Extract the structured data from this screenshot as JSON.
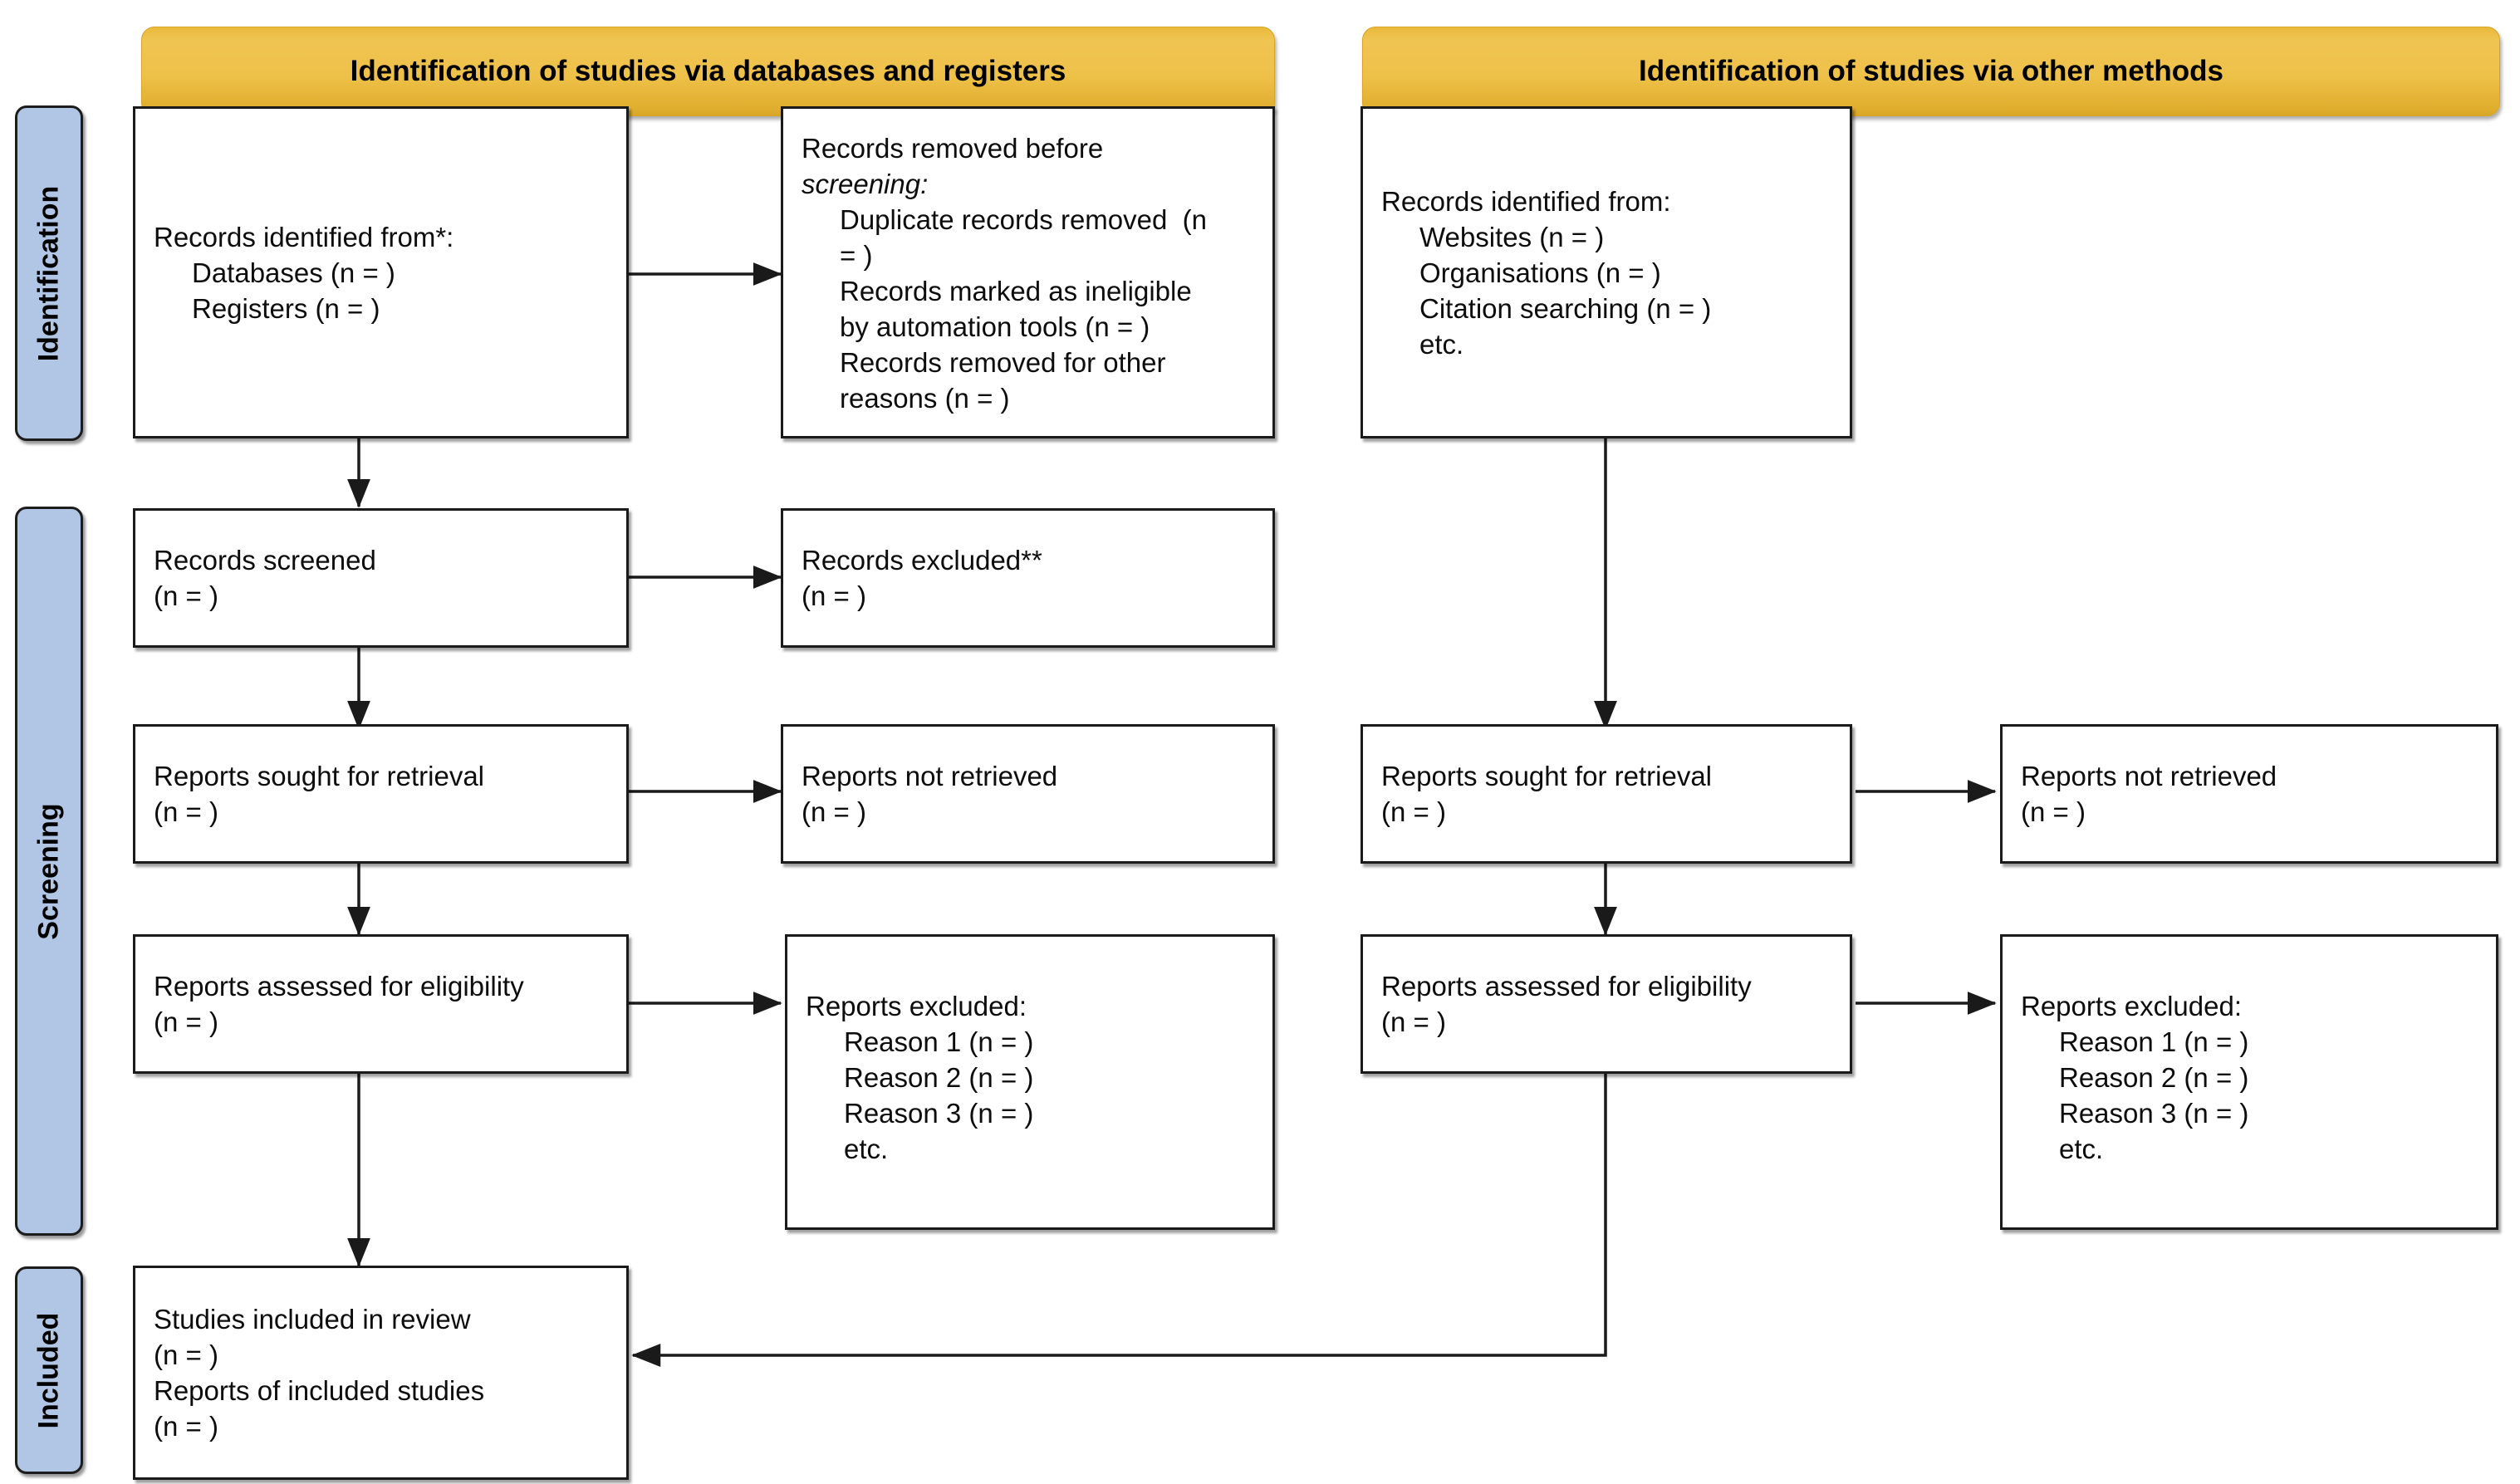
{
  "diagram": {
    "title": "PRISMA 2020 flow diagram",
    "colors": {
      "banner_yellow": "#EEBE43",
      "stage_blue": "#B0C6E4",
      "box_border": "#1A1A1A",
      "box_fill": "#FFFFFF",
      "connector": "#1A1A1A"
    }
  },
  "banners": {
    "left": "Identification of studies via databases and registers",
    "right": "Identification of studies via other methods"
  },
  "stages": [
    {
      "id": "identification",
      "label": "Identification"
    },
    {
      "id": "screening",
      "label": "Screening"
    },
    {
      "id": "included",
      "label": "Included"
    }
  ],
  "boxes": {
    "records_identified": {
      "lines": [
        {
          "text": "Records identified from*:",
          "indent": false,
          "italic": false
        },
        {
          "text": "Databases (n = )",
          "indent": true,
          "italic": false
        },
        {
          "text": "Registers (n = )",
          "indent": true,
          "italic": false
        }
      ]
    },
    "records_removed": {
      "lines": [
        {
          "text": "Records removed before",
          "indent": false,
          "italic": false
        },
        {
          "text": "screening:",
          "indent": false,
          "italic": true
        },
        {
          "text": "Duplicate records removed  (n",
          "indent": true,
          "italic": false
        },
        {
          "text": "= )",
          "indent": false,
          "italic": false
        },
        {
          "text": "Records marked as ineligible",
          "indent": true,
          "italic": false
        },
        {
          "text": "by automation tools (n = )",
          "indent": false,
          "italic": false
        },
        {
          "text": "Records removed for other",
          "indent": true,
          "italic": false
        },
        {
          "text": "reasons (n = )",
          "indent": false,
          "italic": false
        }
      ]
    },
    "records_screened": {
      "lines": [
        {
          "text": "Records screened",
          "indent": false,
          "italic": false
        },
        {
          "text": "(n = )",
          "indent": false,
          "italic": false
        }
      ]
    },
    "records_excluded": {
      "lines": [
        {
          "text": "Records excluded**",
          "indent": false,
          "italic": false
        },
        {
          "text": "(n = )",
          "indent": false,
          "italic": false
        }
      ]
    },
    "reports_sought_left": {
      "lines": [
        {
          "text": "Reports sought for retrieval",
          "indent": false,
          "italic": false
        },
        {
          "text": "(n = )",
          "indent": false,
          "italic": false
        }
      ]
    },
    "reports_not_retrieved_left": {
      "lines": [
        {
          "text": "Reports not retrieved",
          "indent": false,
          "italic": false
        },
        {
          "text": "(n = )",
          "indent": false,
          "italic": false
        }
      ]
    },
    "reports_assessed_left": {
      "lines": [
        {
          "text": "Reports assessed for eligibility",
          "indent": false,
          "italic": false
        },
        {
          "text": "(n = )",
          "indent": false,
          "italic": false
        }
      ]
    },
    "reports_excluded_left": {
      "lines": [
        {
          "text": "Reports excluded:",
          "indent": false,
          "italic": false
        },
        {
          "text": "Reason 1 (n = )",
          "indent": true,
          "italic": false
        },
        {
          "text": "Reason 2 (n = )",
          "indent": true,
          "italic": false
        },
        {
          "text": "Reason 3 (n = )",
          "indent": true,
          "italic": false
        },
        {
          "text": "etc.",
          "indent": true,
          "italic": false
        }
      ]
    },
    "records_identified_other": {
      "lines": [
        {
          "text": "Records identified from:",
          "indent": false,
          "italic": false
        },
        {
          "text": "Websites (n = )",
          "indent": true,
          "italic": false
        },
        {
          "text": "Organisations (n = )",
          "indent": true,
          "italic": false
        },
        {
          "text": "Citation searching (n = )",
          "indent": true,
          "italic": false
        },
        {
          "text": "etc.",
          "indent": true,
          "italic": false
        }
      ]
    },
    "reports_sought_right": {
      "lines": [
        {
          "text": "Reports sought for retrieval",
          "indent": false,
          "italic": false
        },
        {
          "text": "(n = )",
          "indent": false,
          "italic": false
        }
      ]
    },
    "reports_not_retrieved_right": {
      "lines": [
        {
          "text": "Reports not retrieved",
          "indent": false,
          "italic": false
        },
        {
          "text": "(n = )",
          "indent": false,
          "italic": false
        }
      ]
    },
    "reports_assessed_right": {
      "lines": [
        {
          "text": "Reports assessed for eligibility",
          "indent": false,
          "italic": false
        },
        {
          "text": "(n = )",
          "indent": false,
          "italic": false
        }
      ]
    },
    "reports_excluded_right": {
      "lines": [
        {
          "text": "Reports excluded:",
          "indent": false,
          "italic": false
        },
        {
          "text": "Reason 1 (n = )",
          "indent": true,
          "italic": false
        },
        {
          "text": "Reason 2 (n = )",
          "indent": true,
          "italic": false
        },
        {
          "text": "Reason 3 (n = )",
          "indent": true,
          "italic": false
        },
        {
          "text": "etc.",
          "indent": true,
          "italic": false
        }
      ]
    },
    "studies_included": {
      "lines": [
        {
          "text": "Studies included in review",
          "indent": false,
          "italic": false
        },
        {
          "text": "(n = )",
          "indent": false,
          "italic": false
        },
        {
          "text": "Reports of included studies",
          "indent": false,
          "italic": false
        },
        {
          "text": "(n = )",
          "indent": false,
          "italic": false
        }
      ]
    }
  }
}
